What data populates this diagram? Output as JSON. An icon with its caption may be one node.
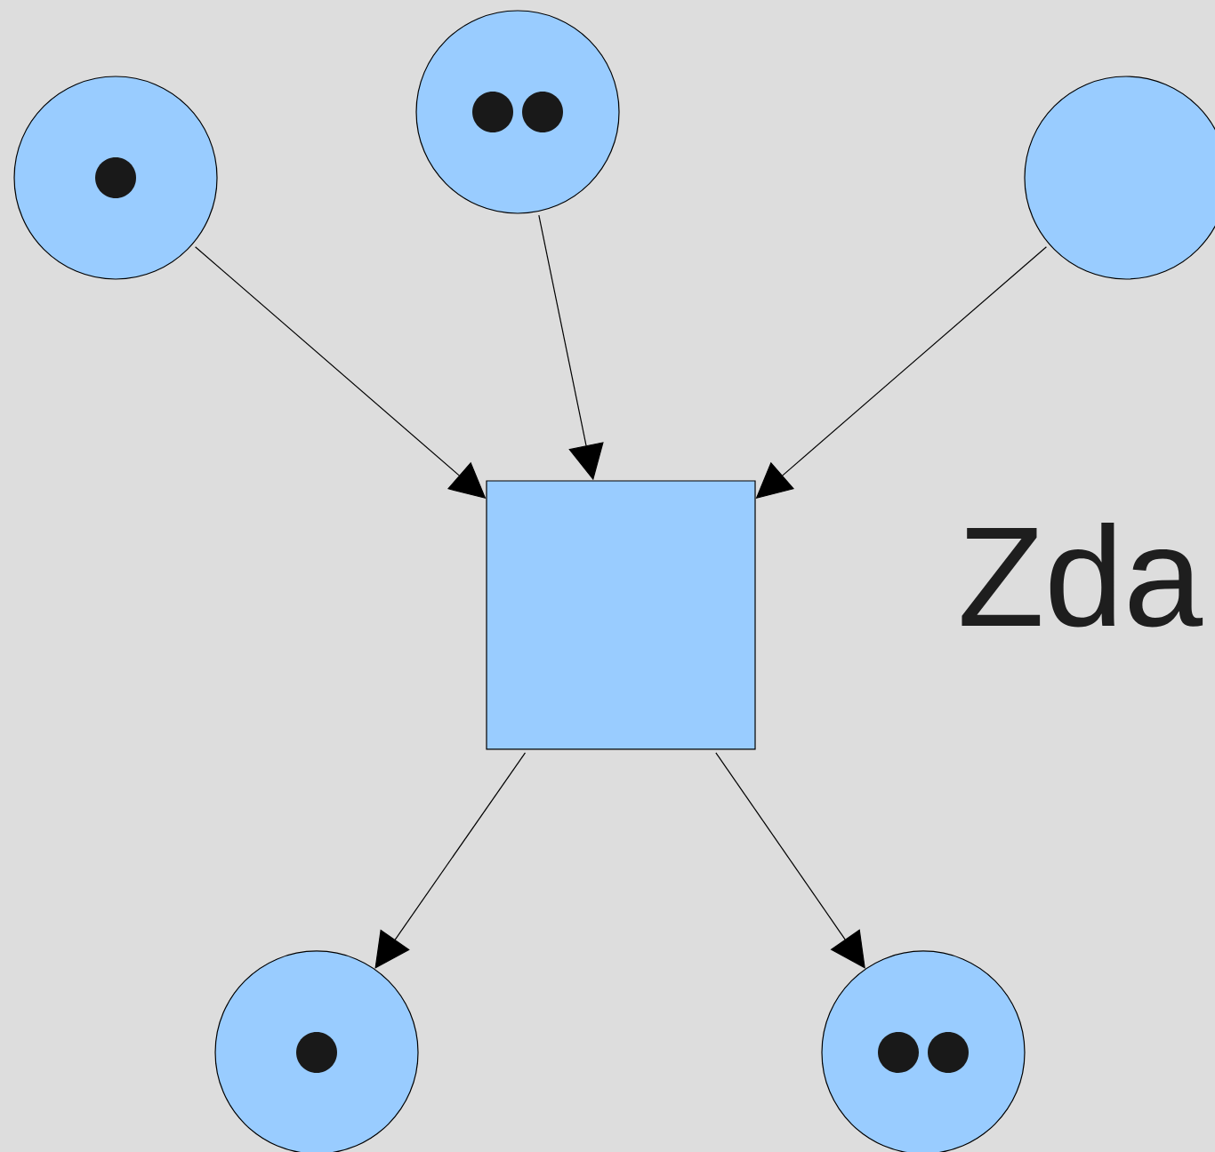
{
  "diagram": {
    "nodes": [
      {
        "text": [],
        "shape": "circle"
      },
      {
        "text": [],
        "shape": "circle"
      },
      {
        "text": [],
        "shape": "circle"
      },
      {
        "text": [],
        "shape": "box"
      },
      {
        "text": [],
        "shape": "circle"
      },
      {
        "text": [],
        "shape": "circle"
      }
    ],
    "edges": [
      {
        "from": 0,
        "to": 3,
        "arrow": "to"
      },
      {
        "from": 1,
        "to": 3,
        "arrow": "to"
      },
      {
        "from": 2,
        "to": 3,
        "arrow": "to"
      },
      {
        "from": 3,
        "to": 4,
        "arrow": "to"
      },
      {
        "from": 3,
        "to": 5,
        "arrow": "to"
      }
    ],
    "labels": [
      "Zda"
    ]
  }
}
